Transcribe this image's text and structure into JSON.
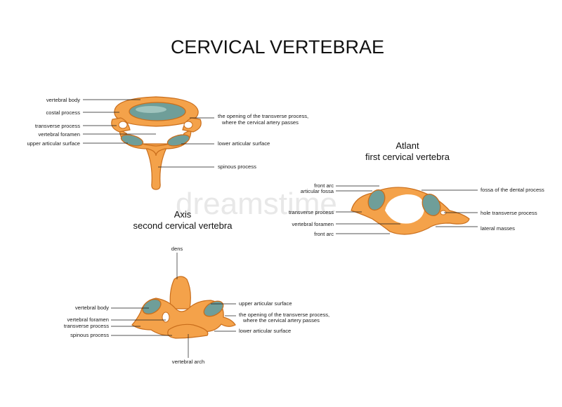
{
  "title": "CERVICAL VERTEBRAE",
  "watermark": "dreamstime",
  "colors": {
    "bone": "#f4a24a",
    "outline": "#c96e1c",
    "articular": "#6f9e99"
  },
  "typical": {
    "labels_left": [
      "vertebral body",
      "costal process",
      "transverse process",
      "vertebral foramen",
      "upper articular surface"
    ],
    "labels_right": [
      "the opening of the transverse process,",
      "where the cervical artery passes",
      "lower articular surface",
      "spinous process"
    ]
  },
  "atlant": {
    "heading_1": "Atlant",
    "heading_2": "first cervical vertebra",
    "labels_left": [
      "front arc",
      "articular fossa",
      "transverse process",
      "vertebral foramen",
      "front arc"
    ],
    "labels_right": [
      "fossa of the dental process",
      "hole transverse process",
      "lateral masses"
    ]
  },
  "axis": {
    "heading_1": "Axis",
    "heading_2": "second cervical vertebra",
    "label_top": "dens",
    "labels_left": [
      "vertebral body",
      "vertebral foramen",
      "transverse process",
      "spinous process"
    ],
    "labels_right": [
      "upper articular surface",
      "the opening of the transverse process,",
      "where the cervical artery passes",
      "lower articular surface"
    ],
    "label_bottom": "vertebral arch"
  }
}
